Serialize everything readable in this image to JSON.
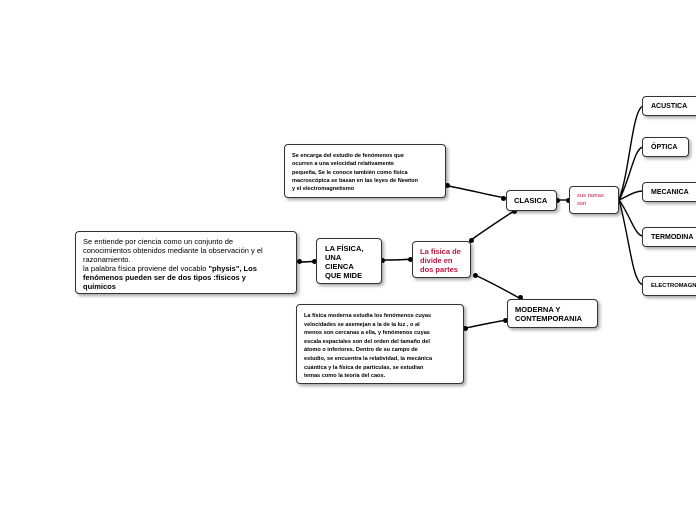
{
  "nodes": {
    "intro": {
      "line1": "Se entiende por ciencia como un conjunto de",
      "line2": "conocimientos obtenidos mediante la observación y el",
      "line3": "razonamiento.",
      "line4": "la palabra física proviene del vocablo ",
      "line4_bold": "\"physis\", Los",
      "line5": "fenómenos pueden ser de dos tipos :físicos y",
      "line6": "químicos"
    },
    "fisica": {
      "line1": "LA FÍSICA,",
      "line2": "UNA",
      "line3": "CIENCA",
      "line4": "QUE MIDE"
    },
    "divide": {
      "line1": "La física de",
      "line2": "divide en",
      "line3": "dos partes"
    },
    "clasica": {
      "label": "CLASICA"
    },
    "clasica_desc": {
      "line1": "Se encarga del estudio de fenómenos que",
      "line2": "ocurren a una velocidad relativamente",
      "line3": "pequeña, Se le conoce también como física",
      "line4": "macroscópica se basan en las leyes de Newton",
      "line5": "y el electromagnetismo"
    },
    "ramas": {
      "line1": "sus ramas",
      "line2": "son"
    },
    "moderna": {
      "line1": "MODERNA Y",
      "line2": "CONTEMPORANIA"
    },
    "moderna_desc": {
      "line1": "La física moderna estudia los fenómenos cuyas",
      "line2": "velocidades se asemejan a la de la luz , o al",
      "line3": "menos son cercanas a ella, y fenómenos cuyas",
      "line4": "escala espaciales son del orden del tamaño del",
      "line5": "átomo o inferiores. Dentro de su campo de",
      "line6": "estudio, se encuentra la relatividad, la mecánica",
      "line7": "cuántica y la física de partículas, se estudian",
      "line8": "temas como la teoría del caos."
    },
    "branches": {
      "acustica": "ACUSTICA",
      "optica": "ÓPTICA",
      "mecanica": "MECANICA",
      "termodinamica": "TERMODINA",
      "electromagnetismo": "ELECTROMAGNE"
    }
  },
  "colors": {
    "accent_text": "#c0143c",
    "line": "#000000",
    "node_border": "#333333"
  }
}
